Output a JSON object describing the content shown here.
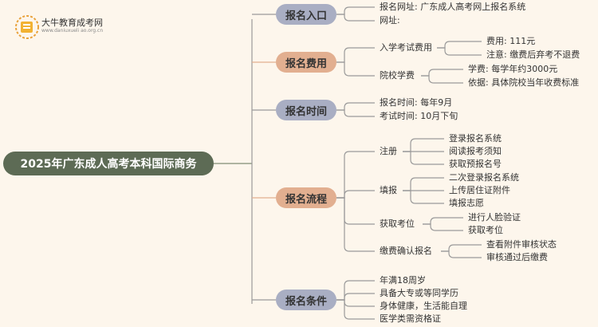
{
  "logo": {
    "name": "大牛教育成考网",
    "url": "www.daniuxueli ao.org.cn"
  },
  "root": "2025年广东成人高考本科国际商务",
  "categories": [
    {
      "label": "报名入口",
      "color": "#a9aec3",
      "items": [
        "报名网址: 广东成人高考网上报名系统",
        "网址:"
      ]
    },
    {
      "label": "报名费用",
      "color": "#e2af90",
      "groups": [
        {
          "label": "入学考试费用",
          "items": [
            "费用: 111元",
            "注意: 缴费后弃考不退费"
          ]
        },
        {
          "label": "院校学费",
          "items": [
            "学费: 每学年约3000元",
            "依据: 具体院校当年收费标准"
          ]
        }
      ]
    },
    {
      "label": "报名时间",
      "color": "#a9aec3",
      "items": [
        "报名时间: 每年9月",
        "考试时间: 10月下旬"
      ]
    },
    {
      "label": "报名流程",
      "color": "#e2af90",
      "groups": [
        {
          "label": "注册",
          "items": [
            "登录报名系统",
            "阅读报考须知",
            "获取预报名号"
          ]
        },
        {
          "label": "填报",
          "items": [
            "二次登录报名系统",
            "上传居住证附件",
            "填报志愿"
          ]
        },
        {
          "label": "获取考位",
          "items": [
            "进行人脸验证",
            "获取考位"
          ]
        },
        {
          "label": "缴费确认报名",
          "items": [
            "查看附件审核状态",
            "审核通过后缴费"
          ]
        }
      ]
    },
    {
      "label": "报名条件",
      "color": "#a9aec3",
      "items": [
        "年满18周岁",
        "具备大专或等同学历",
        "身体健康，生活能自理",
        "医学类需资格证"
      ]
    }
  ]
}
